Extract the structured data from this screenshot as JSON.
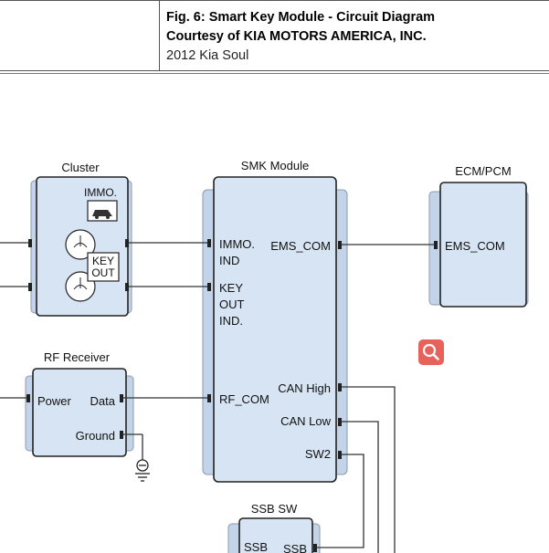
{
  "caption": {
    "title": "Fig. 6: Smart Key Module - Circuit Diagram",
    "courtesy": "Courtesy of KIA MOTORS AMERICA, INC.",
    "vehicle": "2012 Kia Soul"
  },
  "diagram": {
    "cluster": {
      "title": "Cluster",
      "immo": "IMMO.",
      "key_out_1": "KEY",
      "key_out_2": "OUT"
    },
    "smk": {
      "title": "SMK Module",
      "immo_ind_1": "IMMO.",
      "immo_ind_2": "IND",
      "key_out_ind_1": "KEY",
      "key_out_ind_2": "OUT",
      "key_out_ind_3": "IND.",
      "rf_com": "RF_COM",
      "ems_com": "EMS_COM",
      "can_high": "CAN High",
      "can_low": "CAN Low",
      "sw2": "SW2"
    },
    "ecm": {
      "title": "ECM/PCM",
      "ems_com": "EMS_COM"
    },
    "rf": {
      "title": "RF Receiver",
      "power": "Power",
      "data": "Data",
      "ground": "Ground"
    },
    "ssb": {
      "title": "SSB SW",
      "label_left": "SSB",
      "label_right": "SSB"
    }
  },
  "colors": {
    "module_fill": "#d7e4f4",
    "module_shadow": "#c2d2e6",
    "wire": "#333333",
    "zoom": "#e8625c"
  },
  "icons": {
    "zoom": "magnifier-icon",
    "ground": "ground-icon",
    "car": "car-icon",
    "lamp": "lamp-icon"
  }
}
